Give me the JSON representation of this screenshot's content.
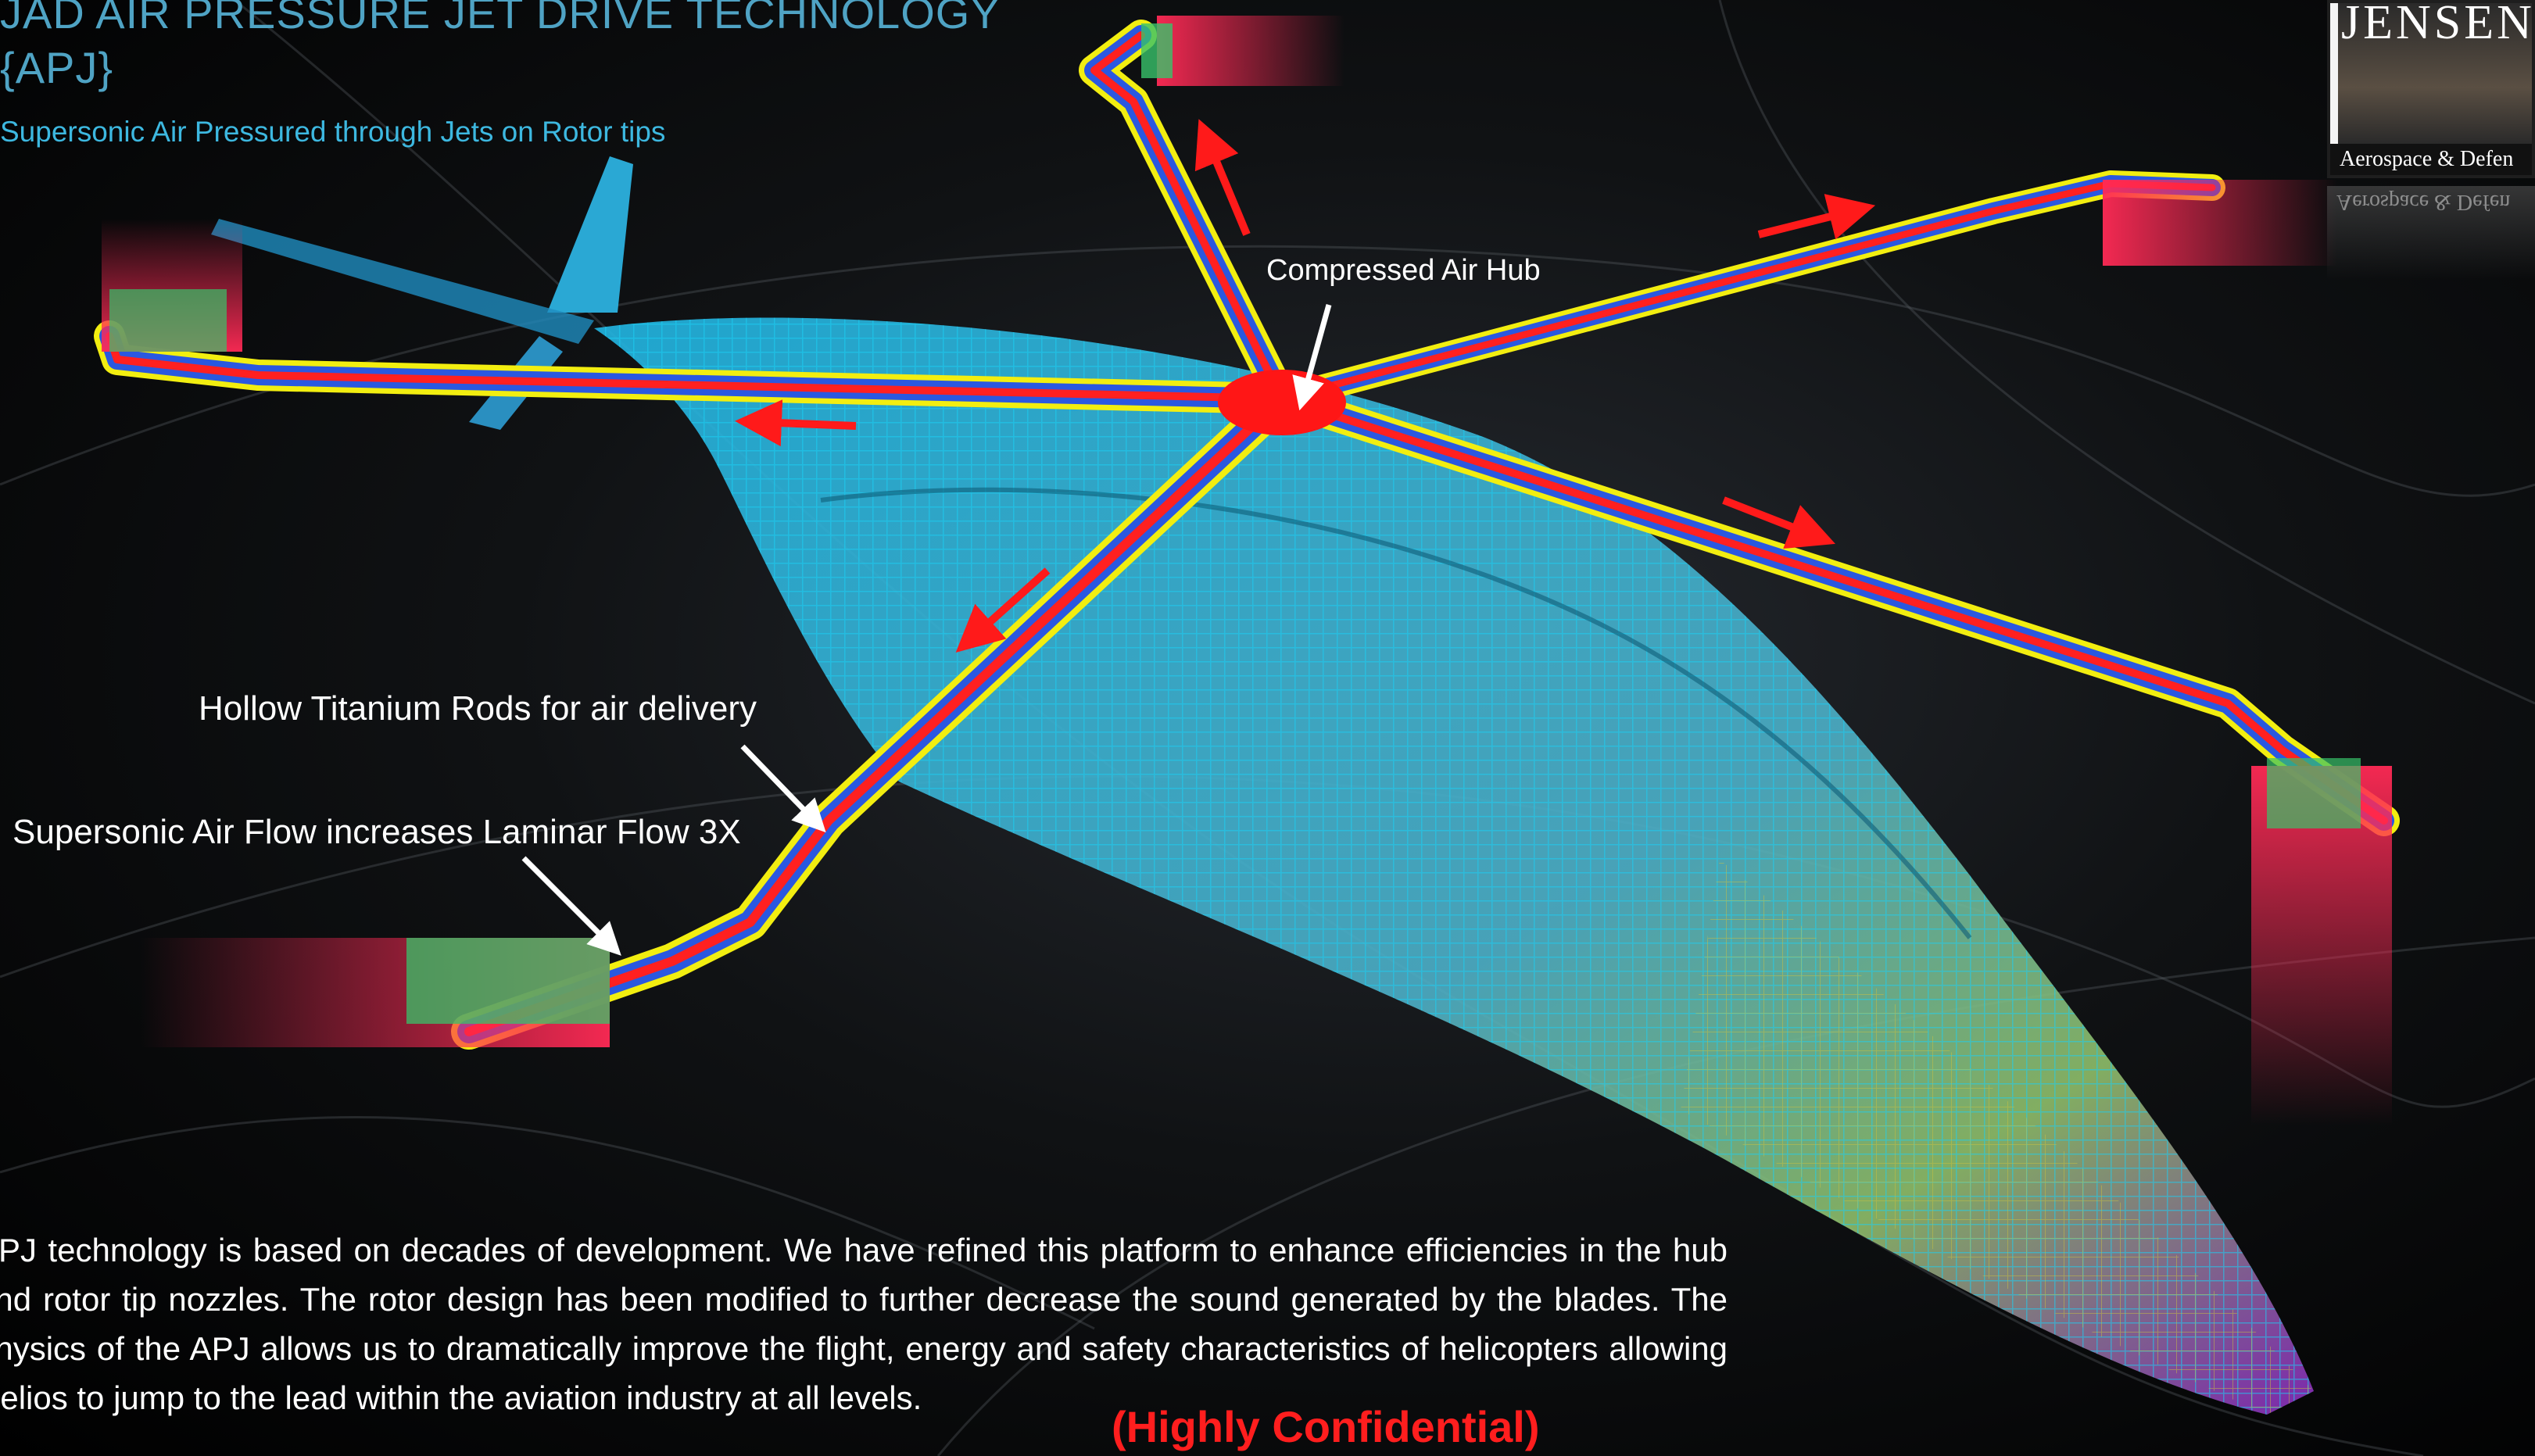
{
  "title": "JAD AIR PRESSURE JET DRIVE TECHNOLOGY\n{APJ}",
  "subtitle": "Supersonic Air Pressured through Jets on Rotor tips",
  "labels": {
    "hub": "Compressed Air Hub",
    "rods": "Hollow Titanium Rods for air delivery",
    "flow": "Supersonic Air Flow increases Laminar Flow 3X"
  },
  "body": "APJ technology is based on decades of development. We have refined this platform to enhance efficiencies in the hub and rotor tip nozzles. The rotor design has been modified to further decrease the sound generated by the blades. The physics of the APJ allows us to dramatically improve the flight, energy and safety characteristics of helicopters allowing Helios to jump to the lead within the aviation industry at all levels.",
  "confidential": "(Highly Confidential)",
  "logo": {
    "name": "JENSEN",
    "caption": "Aerospace & Defen"
  },
  "colors": {
    "title": "#4fa3c4",
    "subtitle": "#3db8e0",
    "fuselage_wire": "#19c3ef",
    "fuselage_tail": "#9b30c8",
    "rotor_outline": "#f2ee10",
    "rotor_body": "#2a58e0",
    "air_channel": "#ff2020",
    "jet_exhaust": "#ff2a55",
    "confidential": "#ff1e1e"
  },
  "icons": [
    "flow-arrow-icon",
    "pointer-arrow-icon",
    "logo-emblem-icon"
  ]
}
